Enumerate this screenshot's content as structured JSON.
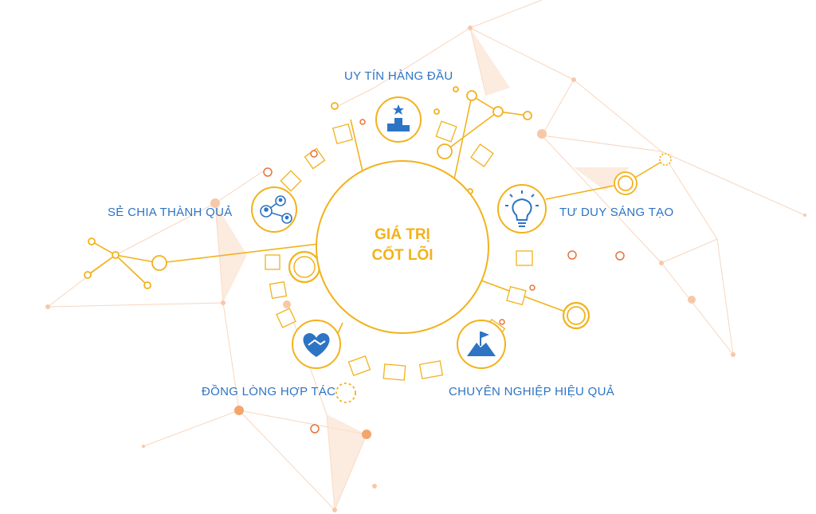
{
  "center": {
    "line1": "GIÁ TRỊ",
    "line2": "CỐT LÕI"
  },
  "values": [
    {
      "label": "UY TÍN HÀNG ĐẦU",
      "icon": "podium-star-icon"
    },
    {
      "label": "TƯ DUY SÁNG TẠO",
      "icon": "lightbulb-icon"
    },
    {
      "label": "CHUYÊN NGHIỆP HIỆU QUẢ",
      "icon": "mountain-flag-icon"
    },
    {
      "label": "ĐỒNG LÒNG HỢP TÁC",
      "icon": "handshake-heart-icon"
    },
    {
      "label": "SẺ CHIA THÀNH QUẢ",
      "icon": "people-network-icon"
    }
  ],
  "colors": {
    "label": "#2d74c4",
    "accent": "#f2b21b",
    "icon": "#2d74c4",
    "network": "#f6c9a6"
  }
}
